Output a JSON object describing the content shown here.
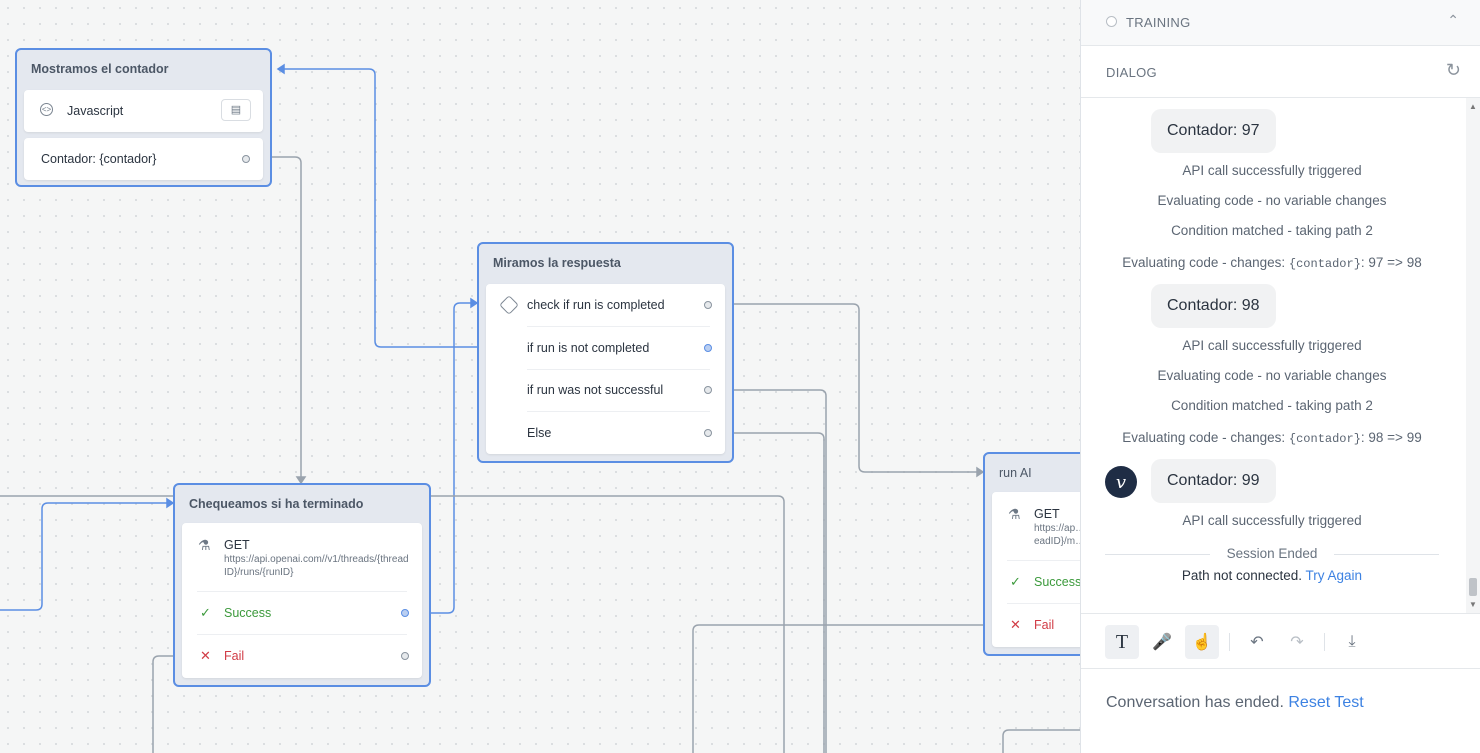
{
  "nodes": {
    "mostramos": {
      "title": "Mostramos el contador",
      "script_label": "Javascript",
      "text_row": "Contador: {contador}"
    },
    "miramos": {
      "title": "Miramos la respuesta",
      "rows": [
        "check if run is completed",
        "if run is not completed",
        "if run was not successful",
        "Else"
      ]
    },
    "chequeamos": {
      "title": "Chequeamos si ha terminado",
      "method": "GET",
      "url": "https://api.openai.com//v1/threads/{threadID}/runs/{runID}",
      "success": "Success",
      "fail": "Fail"
    },
    "run_ai": {
      "title": "run AI",
      "method": "GET",
      "url_partial": "https://ap… eadID}/m…",
      "success": "Success",
      "fail": "Fail"
    }
  },
  "panel": {
    "training_label": "TRAINING",
    "dialog_label": "DIALOG",
    "messages": {
      "bubble1": "Contador: 97",
      "m1": "API call successfully triggered",
      "m2": "Evaluating code - no variable changes",
      "m3": "Condition matched - taking path 2",
      "m4_prefix": "Evaluating code - changes: ",
      "m4_code": "{contador}",
      "m4_suffix": ": 97 => 98",
      "bubble2": "Contador: 98",
      "m5": "API call successfully triggered",
      "m6": "Evaluating code - no variable changes",
      "m7": "Condition matched - taking path 2",
      "m8_prefix": "Evaluating code - changes: ",
      "m8_code": "{contador}",
      "m8_suffix": ": 98 => 99",
      "bubble3": "Contador: 99",
      "m9": "API call successfully triggered",
      "session_ended": "Session Ended",
      "path_not_connected": "Path not connected.",
      "try_again": "Try Again",
      "avatar_letter": "v"
    },
    "footer": {
      "ended_text": "Conversation has ended.",
      "reset_link": "Reset Test"
    }
  },
  "icons": {
    "text_mode": "T",
    "colors": {
      "accent": "#5b8ee3",
      "success": "#3c9a3c",
      "fail": "#d13c46",
      "link": "#3d82e2"
    }
  }
}
